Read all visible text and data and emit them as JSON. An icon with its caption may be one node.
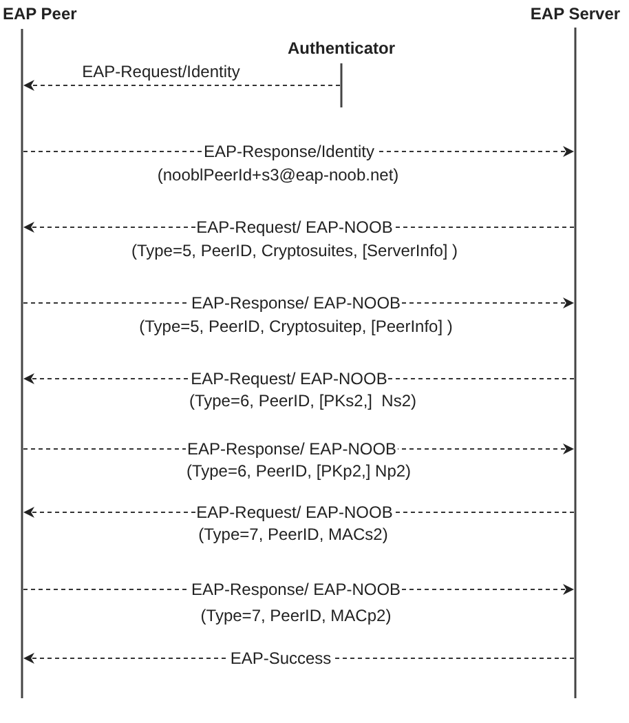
{
  "diagram": {
    "nodes": [
      {
        "text": [
          "EAP Peer"
        ]
      },
      {
        "text": [
          "Authenticator"
        ]
      },
      {
        "text": [
          "EAP Server"
        ]
      }
    ],
    "edges": [
      {
        "from": 1,
        "to": 0,
        "arrow": "to",
        "style": "dashed",
        "label": "EAP-Request/Identity"
      },
      {
        "from": 0,
        "to": 2,
        "arrow": "to",
        "style": "dashed",
        "label": "EAP-Response/Identity"
      },
      {
        "from": 2,
        "to": 0,
        "arrow": "to",
        "style": "dashed",
        "label": "EAP-Request/ EAP-NOOB"
      },
      {
        "from": 0,
        "to": 2,
        "arrow": "to",
        "style": "dashed",
        "label": "EAP-Response/ EAP-NOOB"
      },
      {
        "from": 2,
        "to": 0,
        "arrow": "to",
        "style": "dashed",
        "label": "EAP-Request/ EAP-NOOB"
      },
      {
        "from": 0,
        "to": 2,
        "arrow": "to",
        "style": "dashed",
        "label": "EAP-Response/ EAP-NOOB"
      },
      {
        "from": 2,
        "to": 0,
        "arrow": "to",
        "style": "dashed",
        "label": "EAP-Request/ EAP-NOOB"
      },
      {
        "from": 0,
        "to": 2,
        "arrow": "to",
        "style": "dashed",
        "label": "EAP-Response/ EAP-NOOB"
      },
      {
        "from": 2,
        "to": 0,
        "arrow": "to",
        "style": "dashed",
        "label": "EAP-Success"
      }
    ],
    "labels": [
      "(nooblPeerId+s3@eap-noob.net)",
      "(Type=5, PeerID, Cryptosuites, [ServerInfo] )",
      "(Type=5, PeerID, Cryptosuitep, [PeerInfo] )",
      "(Type=6, PeerID, [PKs2,]  Ns2)",
      "(Type=6, PeerID, [PKp2,] Np2)",
      "(Type=7, PeerID, MACs2)",
      "(Type=7, PeerID, MACp2)"
    ]
  }
}
